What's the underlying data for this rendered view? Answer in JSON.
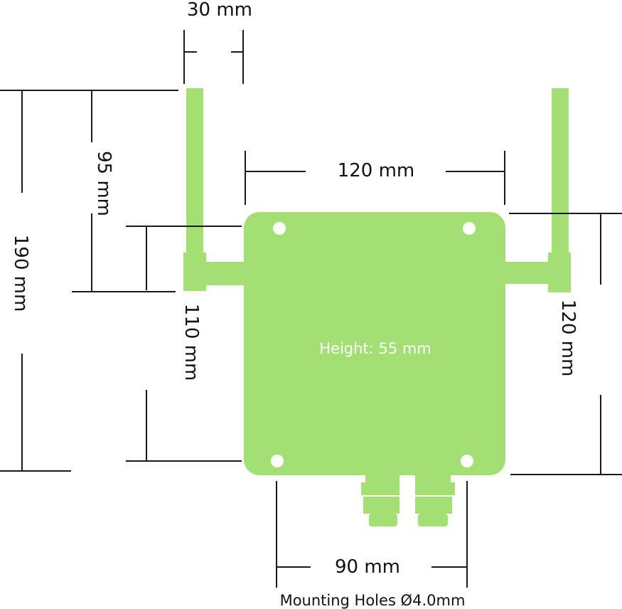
{
  "colors": {
    "device": "#a3df72",
    "lines": "#1a1a1a",
    "holes": "#ffffff"
  },
  "labels": {
    "antenna_width": "30 mm",
    "body_width": "120 mm",
    "antenna_offset": "95 mm",
    "total_height": "190 mm",
    "body_height_left": "110 mm",
    "body_height_right": "120 mm",
    "body_depth": "Height: 55 mm",
    "hole_spacing": "90 mm",
    "mounting_holes": "Mounting Holes Ø4.0mm"
  }
}
